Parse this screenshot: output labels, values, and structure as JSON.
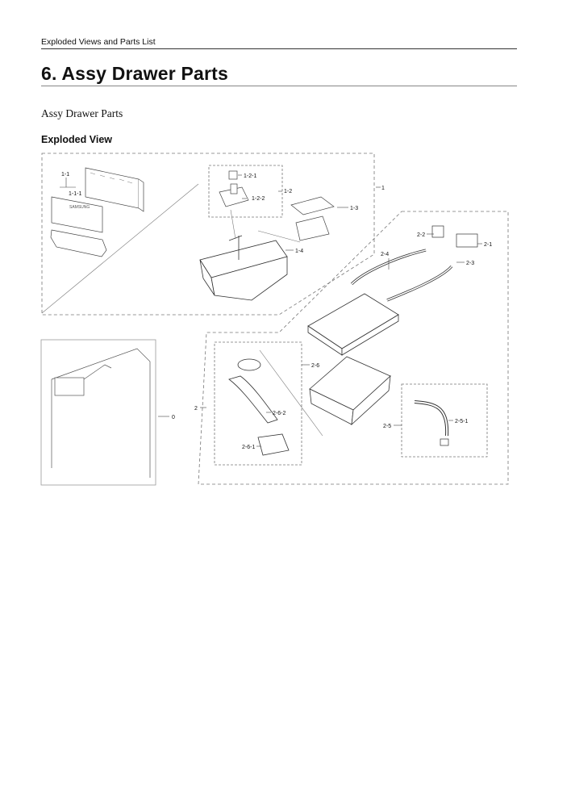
{
  "header": {
    "running_title": "Exploded Views and Parts List"
  },
  "page": {
    "title": "6.  Assy Drawer Parts",
    "subtitle": "Assy Drawer Parts",
    "section": "Exploded View"
  },
  "callouts": {
    "c1_1": "1-1",
    "c1_1_1": "1-1-1",
    "c1_2_1": "1-2-1",
    "c1_2_2": "1-2-2",
    "c1_2": "1-2",
    "c1": "1",
    "c1_3": "1-3",
    "c1_4": "1-4",
    "c2_2": "2-2",
    "c2_1": "2-1",
    "c2_4": "2-4",
    "c2_3": "2-3",
    "c0": "0",
    "c2": "2",
    "c2_6": "2-6",
    "c2_6_2": "2-6-2",
    "c2_6_1": "2-6-1",
    "c2_5": "2-5",
    "c2_5_1": "2-5-1"
  },
  "panel_logo": "SAMSUNG"
}
